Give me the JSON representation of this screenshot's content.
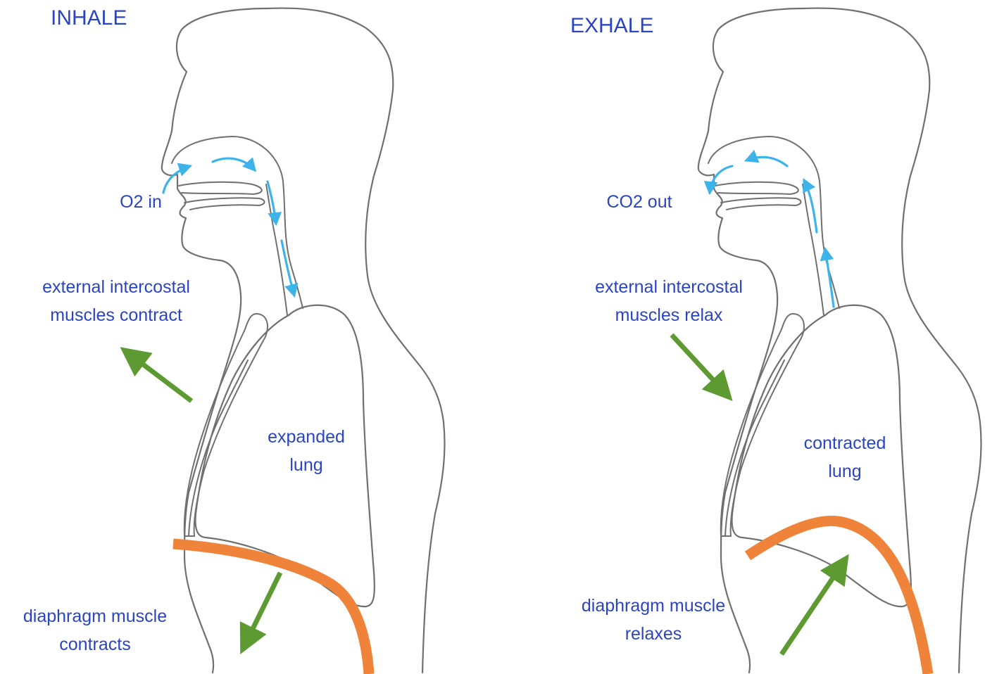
{
  "panels": {
    "inhale": {
      "title": "INHALE",
      "airflow_label": "O2 in",
      "intercostal_label": [
        "external intercostal",
        "muscles contract"
      ],
      "lung_label": [
        "expanded",
        "lung"
      ],
      "diaphragm_label": [
        "diaphragm muscle",
        "contracts"
      ]
    },
    "exhale": {
      "title": "EXHALE",
      "airflow_label": "CO2 out",
      "intercostal_label": [
        "external intercostal",
        "muscles relax"
      ],
      "lung_label": [
        "contracted",
        "lung"
      ],
      "diaphragm_label": [
        "diaphragm muscle",
        "relaxes"
      ]
    }
  },
  "colors": {
    "label_text": "#2b45c0",
    "outline": "#707070",
    "airflow_arrow": "#3cb4ea",
    "diaphragm": "#f0833a",
    "movement_arrow": "#5e9a32"
  }
}
